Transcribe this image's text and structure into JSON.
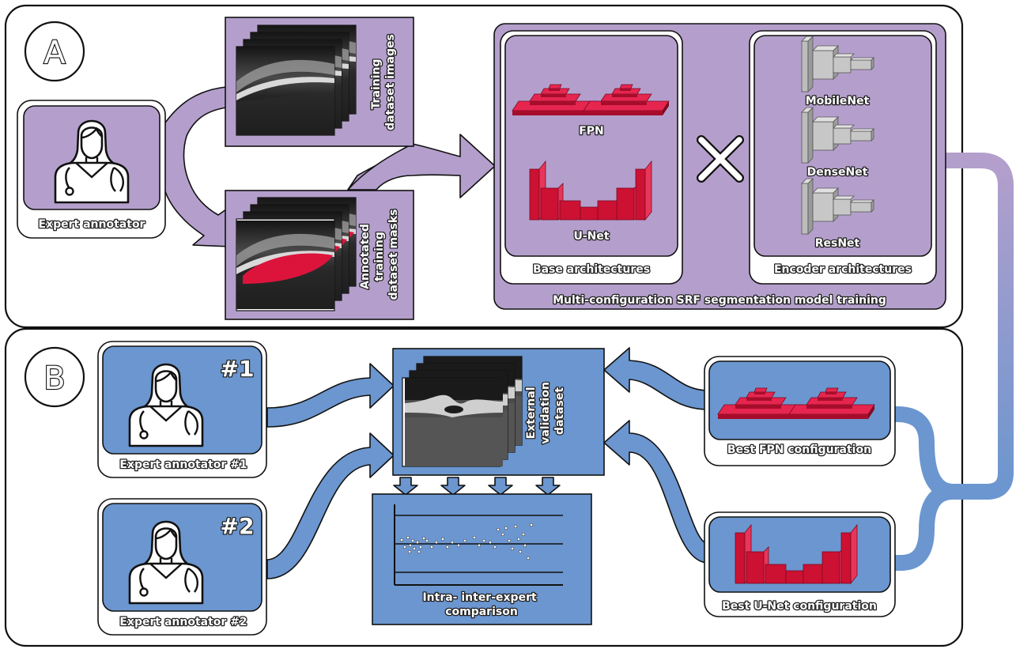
{
  "panels": {
    "a": "A",
    "b": "B"
  },
  "section_a": {
    "expert_label": "Expert annotator",
    "training_images_label": [
      "Training",
      "dataset images"
    ],
    "training_masks_label": [
      "Annotated",
      "training",
      "dataset masks"
    ],
    "fpn_label": "FPN",
    "unet_label": "U-Net",
    "base_arch_label": "Base architectures",
    "times_symbol": "×",
    "encoders": [
      "MobileNet",
      "DenseNet",
      "ResNet"
    ],
    "encoder_arch_label": "Encoder architectures",
    "training_title": "Multi-configuration SRF segmentation model training"
  },
  "section_b": {
    "expert1_number": "#1",
    "expert1_label": "Expert annotator #1",
    "expert2_number": "#2",
    "expert2_label": "Expert annotator #2",
    "external_label": [
      "External",
      "validation",
      "dataset"
    ],
    "comparison_label": [
      "Intra- inter-expert",
      "comparison"
    ],
    "best_fpn_label": "Best FPN configuration",
    "best_unet_label": "Best U-Net configuration"
  },
  "colors": {
    "purple": "#b49fcc",
    "blue": "#6b96cf",
    "red": "#dc143c",
    "outline": "#111111"
  },
  "icons": [
    "expert-icon",
    "fpn-icon",
    "unet-icon",
    "encoder-icon",
    "oct-scan-stack-icon",
    "scatter-plot-icon",
    "cross-icon"
  ]
}
